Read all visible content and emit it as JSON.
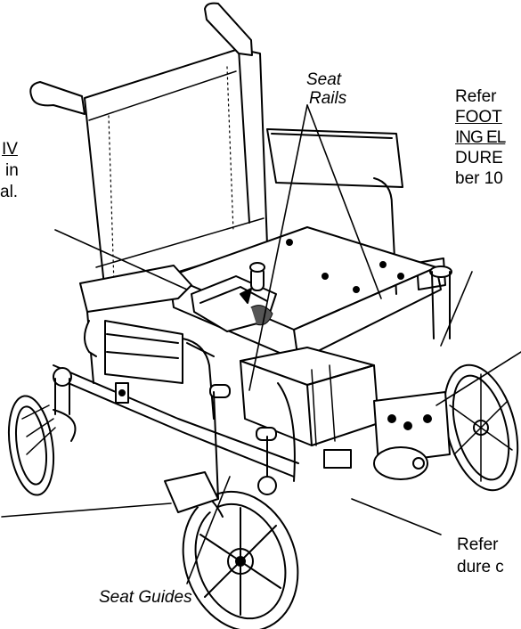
{
  "labels": {
    "seat_rails_l1": "Seat",
    "seat_rails_l2": "Rails",
    "seat_guides": "Seat Guides",
    "top_right": [
      "Refer",
      "FOOT",
      "ING EL",
      "DURE",
      "ber 10"
    ],
    "left_partial": [
      "IV",
      "in",
      "al."
    ],
    "bottom_right": [
      "Refer",
      "dure c"
    ]
  }
}
